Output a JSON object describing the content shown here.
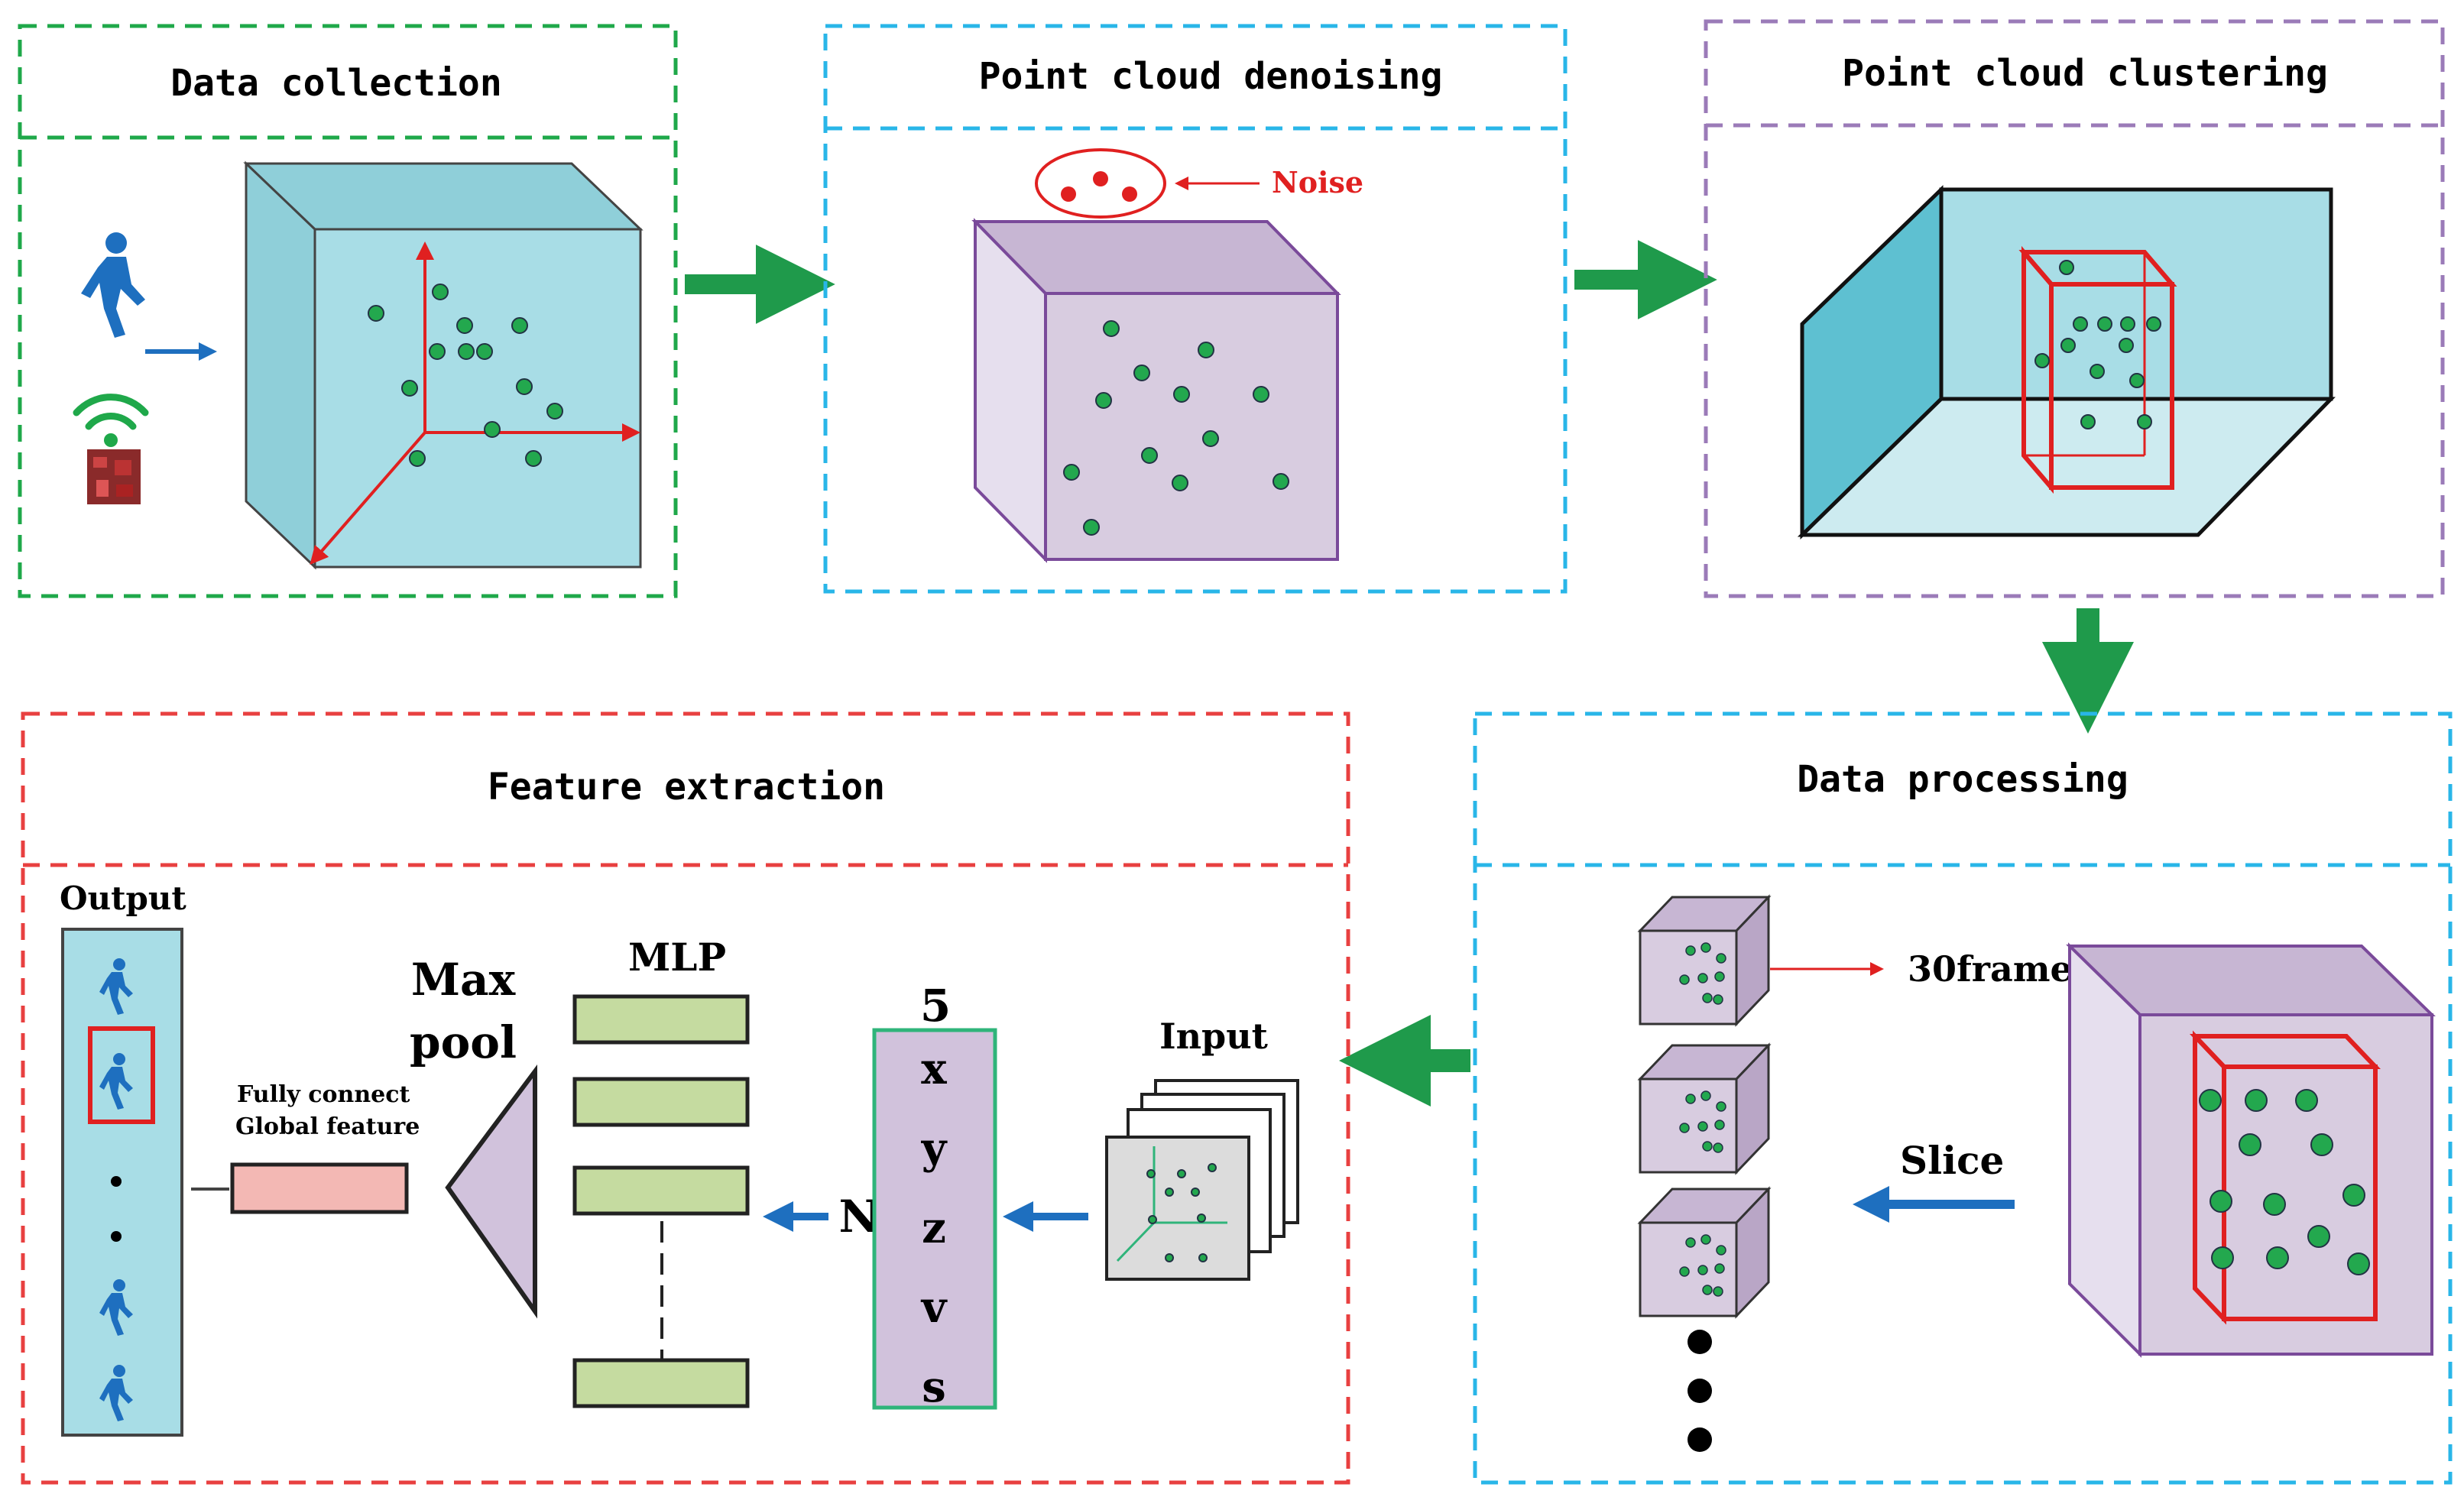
{
  "panels": {
    "data_collection": {
      "title": "Data collection",
      "color": "#1fa84a"
    },
    "denoising": {
      "title": "Point cloud denoising",
      "color": "#29b6e8",
      "noise_label": "Noise"
    },
    "clustering": {
      "title": "Point cloud clustering",
      "color": "#9b7bb8"
    },
    "processing": {
      "title": "Data processing",
      "color": "#29b6e8",
      "frames_label": "30frame",
      "slice_label": "Slice"
    },
    "feature_extraction": {
      "title": "Feature extraction",
      "color": "#e84040",
      "output_label": "Output",
      "fully_connect_label": "Fully connect",
      "global_feature_label": "Global feature",
      "max_label": "Max",
      "pool_label": "pool",
      "mlp_label": "MLP",
      "input_label": "Input",
      "dim_label": "5",
      "n_label": "N",
      "features": [
        "x",
        "y",
        "z",
        "v",
        "s"
      ]
    }
  },
  "colors": {
    "arrow_green": "#1f9a4b",
    "arrow_blue": "#1e6fbf",
    "point_green": "#23a84e",
    "cube_teal": "#a8dde6",
    "cube_purple": "#d8cce0",
    "cube_purple_top": "#c7b6d3",
    "mlp_green": "#c5dba0",
    "global_pink": "#f3b8b4",
    "output_blue": "#a8dde6",
    "noise_red": "#e02020"
  },
  "icons": [
    "person-walking-icon",
    "wifi-icon",
    "radar-board-icon"
  ]
}
